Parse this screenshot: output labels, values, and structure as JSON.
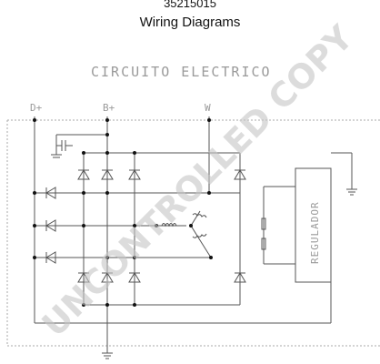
{
  "header": {
    "part_number": "35215015",
    "subtitle": "Wiring Diagrams"
  },
  "diagram": {
    "title": "CIRCUITO ELECTRICO",
    "terminals": [
      "D+",
      "B+",
      "W"
    ],
    "regulator_label": "REGULADOR",
    "watermark": "UNCONTROLLED COPY"
  }
}
